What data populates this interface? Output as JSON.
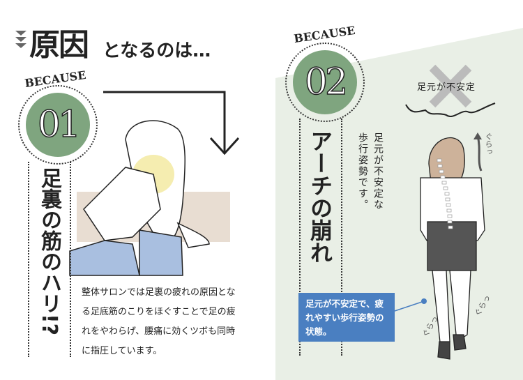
{
  "header": {
    "title_big": "原因",
    "title_rest": "となるのは…"
  },
  "cause1": {
    "label": "BECAUSE",
    "number": "01",
    "title": "足裏の筋のハリ!?",
    "body": "整体サロンでは足裏の疲れの原因となる足底筋のこりをほぐすことで足の疲れをやわらげ、腰痛に効くツボも同時に指圧しています。"
  },
  "cause2": {
    "label": "BECAUSE",
    "number": "02",
    "title": "アーチの崩れ",
    "note_lines": [
      "足元が不安定な",
      "歩行姿勢です。"
    ],
    "unstable_label": "足元が不安定",
    "callout": "足元が不安定で、疲れやすい歩行姿勢の状態。",
    "sway_labels": [
      "ぐらっ",
      "ぐらっ",
      "ぐらっ"
    ]
  },
  "colors": {
    "green": "#7fa57f",
    "panel": "#e9efe6",
    "blue": "#4a7fc1"
  }
}
